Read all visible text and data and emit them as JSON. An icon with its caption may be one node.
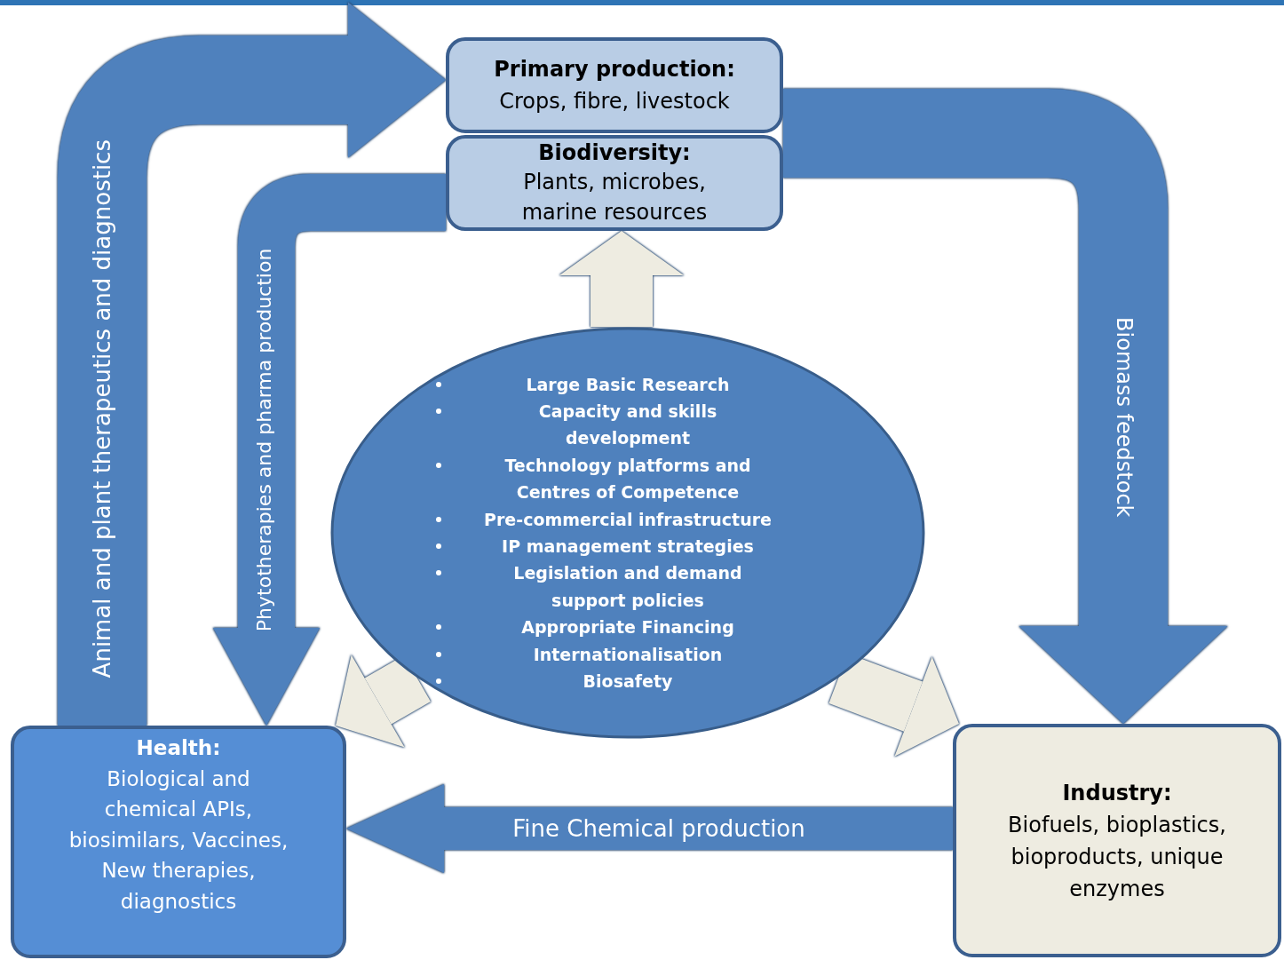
{
  "diagram": {
    "nodes": [
      {
        "text": [
          "Primary production:",
          "Crops, fibre, livestock"
        ]
      },
      {
        "text": [
          "Biodiversity:",
          "Plants, microbes, marine resources"
        ]
      },
      {
        "text": [
          "Large Basic Research",
          "Capacity and skills development",
          "Technology platforms and Centres of Competence",
          "Pre-commercial infrastructure",
          "IP management strategies",
          "Legislation and demand support policies",
          "Appropriate Financing",
          "Internationalisation",
          "Biosafety"
        ]
      },
      {
        "text": [
          "Health:",
          "Biological and chemical APIs, biosimilars, Vaccines, New therapies, diagnostics"
        ]
      },
      {
        "text": [
          "Industry:",
          "Biofuels, bioplastics, bioproducts, unique enzymes"
        ]
      }
    ],
    "edges": [
      {
        "from": 3,
        "to": 0,
        "arrow": "to",
        "label": "Animal and plant therapeutics and diagnostics"
      },
      {
        "from": 1,
        "to": 3,
        "arrow": "to",
        "label": "Phytotherapies and pharma production"
      },
      {
        "from": 0,
        "to": 4,
        "arrow": "to",
        "label": "Biomass feedstock"
      },
      {
        "from": 4,
        "to": 3,
        "arrow": "to",
        "label": "Fine Chemical production"
      },
      {
        "from": 2,
        "to": 1,
        "arrow": "to",
        "color": "#eeece1"
      },
      {
        "from": 2,
        "to": 3,
        "arrow": "to",
        "color": "#eeece1"
      },
      {
        "from": 2,
        "to": 4,
        "arrow": "to",
        "color": "#eeece1"
      }
    ]
  }
}
